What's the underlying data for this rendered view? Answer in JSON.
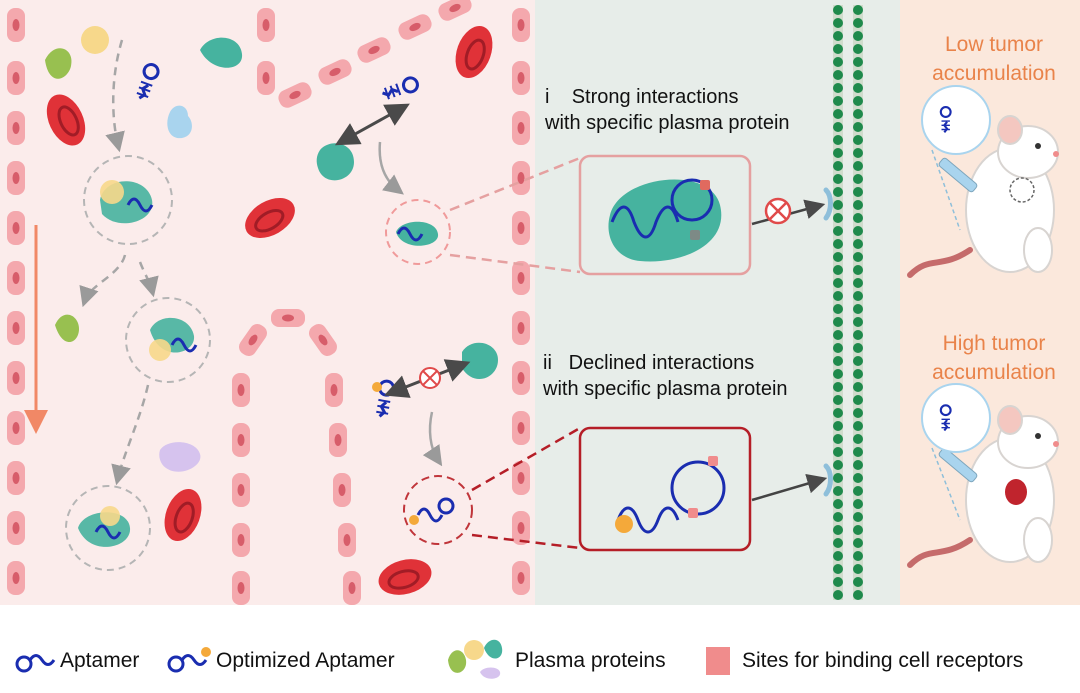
{
  "panel_i": {
    "roman": "i",
    "line1": "Strong interactions",
    "line2": "with specific plasma protein"
  },
  "panel_ii": {
    "roman": "ii",
    "line1": "Declined interactions",
    "line2": "with specific plasma protein"
  },
  "outcome_low": {
    "line1": "Low tumor",
    "line2": "accumulation"
  },
  "outcome_high": {
    "line1": "High tumor",
    "line2": "accumulation"
  },
  "legend": {
    "aptamer": "Aptamer",
    "optimized_aptamer": "Optimized Aptamer",
    "plasma_proteins": "Plasma proteins",
    "binding_sites": "Sites for binding cell receptors"
  },
  "colors": {
    "vessel_bg": "#fbeceb",
    "tissue_bg": "#e7ede9",
    "mouse_bg": "#fbe8dc",
    "endothelial": "#f4a8ad",
    "aptamer": "#1a2db0",
    "protein_teal": "#46b39f",
    "protein_green": "#98c050",
    "protein_yellow": "#f7d88b",
    "protein_blue": "#a9d4ee",
    "protein_lilac": "#d6c3ee",
    "rbc": "#e03238",
    "binding_site": "#f08c8c",
    "modification": "#f4a93a",
    "membrane": "#1f8a4c",
    "receptor": "#8ebfda",
    "text_orange": "#e9834a",
    "block": "#e04a4a"
  }
}
